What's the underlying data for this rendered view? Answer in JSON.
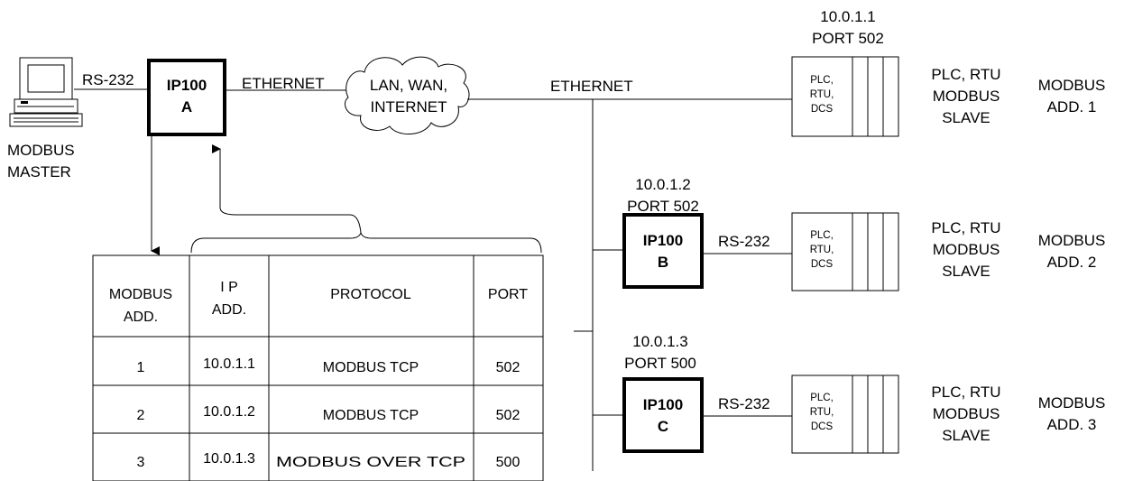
{
  "master": {
    "label_line1": "MODBUS",
    "label_line2": "MASTER",
    "link_label": "RS-232",
    "icon": "computer-icon"
  },
  "gateway_a": {
    "line1": "IP100",
    "line2": "A"
  },
  "links": {
    "ethernet_left": "ETHERNET",
    "ethernet_right": "ETHERNET"
  },
  "cloud": {
    "line1": "LAN, WAN,",
    "line2": "INTERNET",
    "icon": "cloud-icon"
  },
  "plc_box": {
    "line1": "PLC,",
    "line2": "RTU,",
    "line3": "DCS"
  },
  "slaves": [
    {
      "address_line1": "10.0.1.1",
      "address_line2": "PORT 502",
      "gateway": null,
      "link_label": "",
      "device_line1": "PLC, RTU",
      "device_line2": "MODBUS",
      "device_line3": "SLAVE",
      "modbus_line1": "MODBUS",
      "modbus_line2": "ADD. 1"
    },
    {
      "address_line1": "10.0.1.2",
      "address_line2": "PORT 502",
      "gateway": {
        "line1": "IP100",
        "line2": "B"
      },
      "link_label": "RS-232",
      "device_line1": "PLC, RTU",
      "device_line2": "MODBUS",
      "device_line3": "SLAVE",
      "modbus_line1": "MODBUS",
      "modbus_line2": "ADD. 2"
    },
    {
      "address_line1": "10.0.1.3",
      "address_line2": "PORT 500",
      "gateway": {
        "line1": "IP100",
        "line2": "C"
      },
      "link_label": "RS-232",
      "device_line1": "PLC, RTU",
      "device_line2": "MODBUS",
      "device_line3": "SLAVE",
      "modbus_line1": "MODBUS",
      "modbus_line2": "ADD. 3"
    }
  ],
  "table": {
    "headers": [
      {
        "line1": "MODBUS",
        "line2": "ADD."
      },
      {
        "line1": "I P",
        "line2": "ADD."
      },
      {
        "line1": "PROTOCOL",
        "line2": ""
      },
      {
        "line1": "PORT",
        "line2": ""
      }
    ],
    "rows": [
      [
        "1",
        "10.0.1.1",
        "MODBUS TCP",
        "502"
      ],
      [
        "2",
        "10.0.1.2",
        "MODBUS TCP",
        "502"
      ],
      [
        "3",
        "10.0.1.3",
        "MODBUS OVER TCP",
        "500"
      ]
    ]
  }
}
